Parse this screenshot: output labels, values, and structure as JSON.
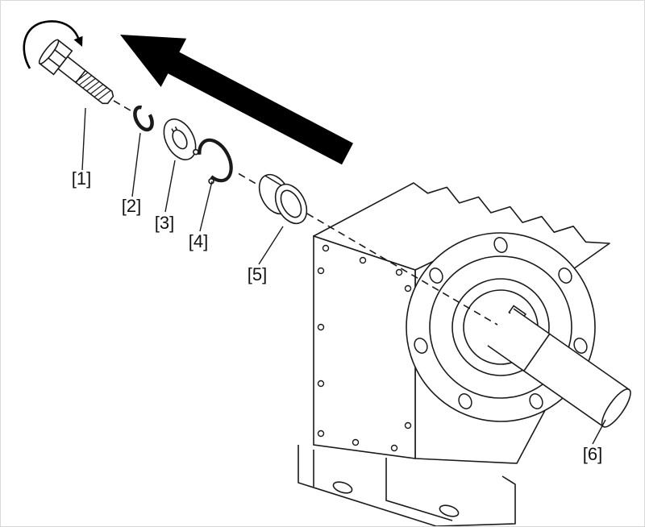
{
  "diagram": {
    "labels": [
      {
        "text": "[1]"
      },
      {
        "text": "[2]"
      },
      {
        "text": "[3]"
      },
      {
        "text": "[4]"
      },
      {
        "text": "[5]"
      },
      {
        "text": "[6]"
      }
    ],
    "colors": {
      "line": "#1a1a1a",
      "arrow": "#000000",
      "background": "#ffffff"
    }
  }
}
